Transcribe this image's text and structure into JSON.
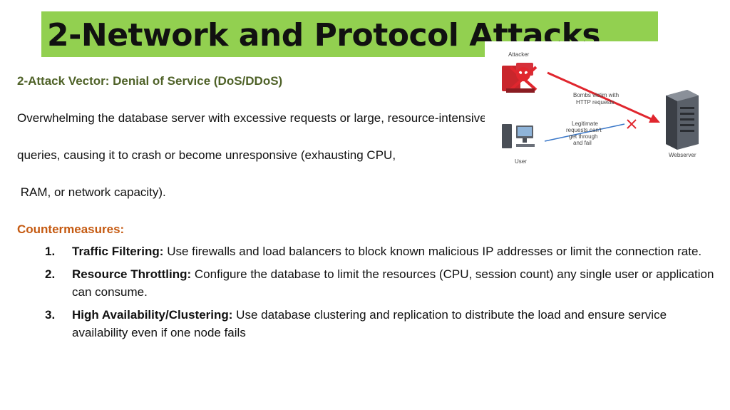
{
  "title": "2-Network and Protocol Attacks",
  "subheading": "2-Attack Vector: Denial of Service (DoS/DDoS)",
  "paragraph_lines": [
    "Overwhelming the database server with  excessive requests or large,  resource-intensive",
    "queries, causing it to crash or become unresponsive (exhausting CPU,",
    " RAM, or network capacity)."
  ],
  "countermeasures_heading": "Countermeasures:",
  "countermeasures": [
    {
      "num": "1.",
      "term": "Traffic Filtering:",
      "text": " Use firewalls and load balancers to block known malicious IP addresses or limit the connection rate."
    },
    {
      "num": "2.",
      "term": "Resource Throttling:",
      "text": " Configure the database to limit the resources (CPU, session count) any single user or application can consume."
    },
    {
      "num": "3.",
      "term": "High Availability/Clustering:",
      "text": " Use database clustering and replication to distribute the load and ensure service availability even if one node fails"
    }
  ],
  "diagram": {
    "attacker_label": "Attacker",
    "user_label": "User",
    "server_label": "Webserver",
    "attack_note": [
      "Bombs victim with",
      "HTTP requests"
    ],
    "legit_note": [
      "Legitimate",
      "requests can't",
      "get through",
      "and fail"
    ],
    "colors": {
      "attack": "#e0262e",
      "legit": "#3b78c9",
      "server": "#4a4f57"
    },
    "icons": [
      "pirate-skull-icon",
      "computer-icon",
      "server-icon",
      "x-mark-icon"
    ]
  }
}
